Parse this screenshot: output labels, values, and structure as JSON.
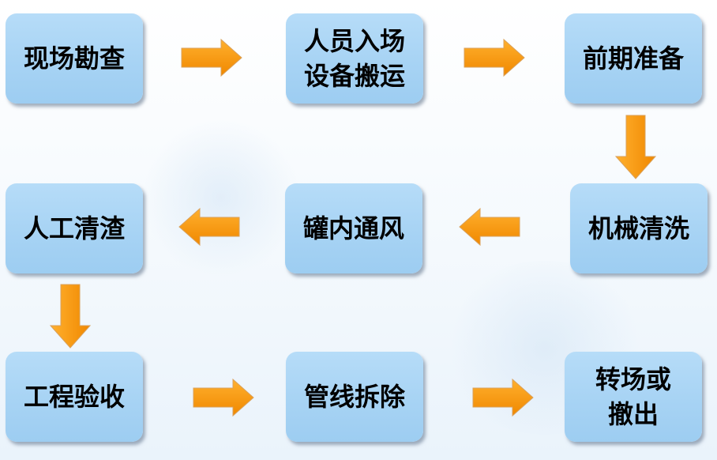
{
  "diagram": {
    "steps": [
      "现场勘查",
      "人员入场\n设备搬运",
      "前期准备",
      "机械清洗",
      "罐内通风",
      "人工清渣",
      "工程验收",
      "管线拆除",
      "转场或\n撤出"
    ],
    "colors": {
      "box": "#a7d3f4",
      "arrow_light": "#ffa31a",
      "arrow_dark": "#f08800"
    }
  }
}
